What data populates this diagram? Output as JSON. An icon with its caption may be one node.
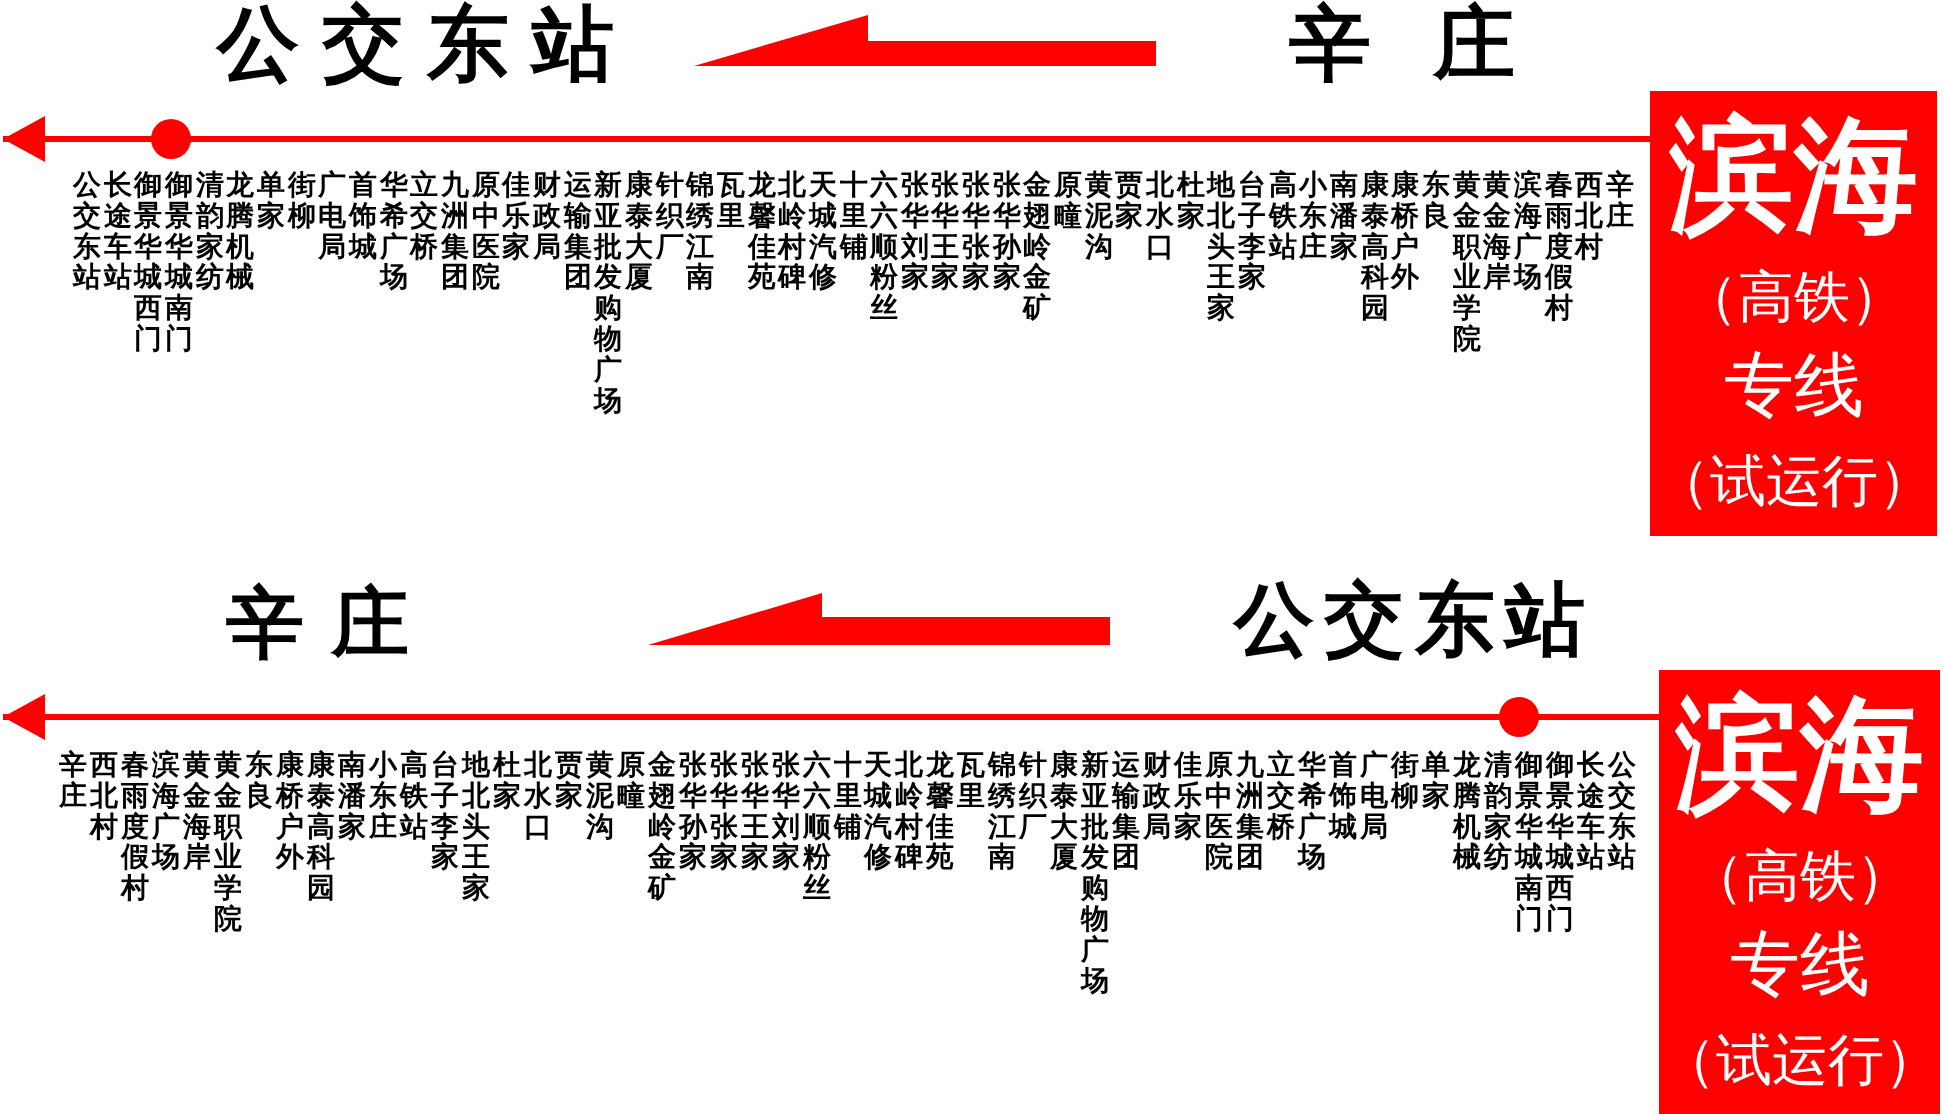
{
  "diagram": {
    "nodes": [
      {
        "text": [
          "滨海",
          "（高铁）",
          "专线",
          "（试运行）"
        ]
      },
      {
        "text": [
          "滨海",
          "（高铁）",
          "专线",
          "（试运行）"
        ]
      }
    ],
    "edges": [
      {
        "from": 0,
        "to": null,
        "arrow": "to"
      },
      {
        "from": 1,
        "to": null,
        "arrow": "to"
      }
    ],
    "labels": [
      "公交东站",
      "辛庄",
      "公交东站",
      "长途车站",
      "御景华城西门",
      "御景华城南门",
      "清韵家纺",
      "龙腾机械",
      "单家",
      "街柳",
      "广电局",
      "首饰城",
      "华希广场",
      "立交桥",
      "九洲集团",
      "原中医院",
      "佳乐家",
      "财政局",
      "运输集团",
      "新亚批发购物广场",
      "康泰大厦",
      "针织厂",
      "锦绣江南",
      "瓦里",
      "龙馨佳苑",
      "北岭村碑",
      "天城汽修",
      "十里铺",
      "六六顺粉丝",
      "张华刘家",
      "张华王家",
      "张华张家",
      "张华孙家",
      "金翅岭金矿",
      "原疃",
      "黄泥沟",
      "贾家",
      "北水口",
      "杜家",
      "地北头王家",
      "台子李家",
      "高铁站",
      "小东庄",
      "南潘家",
      "康泰高科园",
      "康桥户外",
      "东良",
      "黄金职业学院",
      "黄金海岸",
      "滨海广场",
      "春雨度假村",
      "西北村",
      "辛庄",
      "辛庄",
      "公交东站",
      "辛庄",
      "西北村",
      "春雨度假村",
      "滨海广场",
      "黄金海岸",
      "黄金职业学院",
      "东良",
      "康桥户外",
      "康泰高科园",
      "南潘家",
      "小东庄",
      "高铁站",
      "台子李家",
      "地北头王家",
      "杜家",
      "北水口",
      "贾家",
      "黄泥沟",
      "原疃",
      "金翅岭金矿",
      "张华孙家",
      "张华张家",
      "张华王家",
      "张华刘家",
      "六六顺粉丝",
      "十里铺",
      "天城汽修",
      "北岭村碑",
      "龙馨佳苑",
      "瓦里",
      "锦绣江南",
      "针织厂",
      "康泰大厦",
      "新亚批发购物广场",
      "运输集团",
      "财政局",
      "佳乐家",
      "原中医院",
      "九洲集团",
      "立交桥",
      "华希广场",
      "首饰城",
      "广电局",
      "街柳",
      "单家",
      "龙腾机械",
      "清韵家纺",
      "御景华城南门",
      "御景华城西门",
      "长途车站",
      "公交东站"
    ]
  }
}
